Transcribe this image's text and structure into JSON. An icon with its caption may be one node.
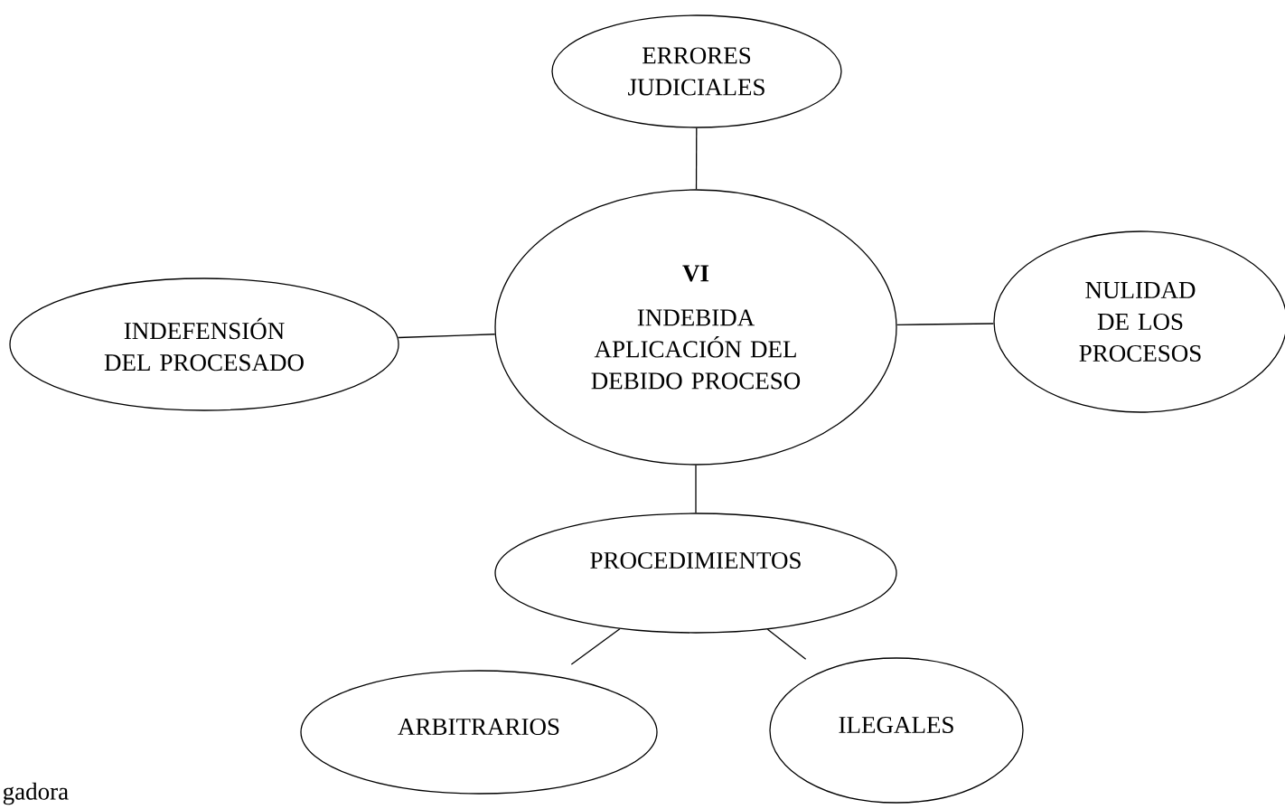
{
  "diagram": {
    "nodes": [
      {
        "text": [
          "ERRORES JUDICIALES"
        ]
      },
      {
        "text": [
          "VI",
          "INDEBIDA APLICACIÓN DEL DEBIDO PROCESO"
        ]
      },
      {
        "text": [
          "INDEFENSIÓN DEL PROCESADO"
        ]
      },
      {
        "text": [
          "NULIDAD DE LOS PROCESOS"
        ]
      },
      {
        "text": [
          "PROCEDIMIENTOS"
        ]
      },
      {
        "text": [
          "ARBITRARIOS"
        ]
      },
      {
        "text": [
          "ILEGALES"
        ]
      }
    ],
    "edges": [
      {
        "from": 0,
        "to": 1,
        "arrow": "none"
      },
      {
        "from": 2,
        "to": 1,
        "arrow": "none"
      },
      {
        "from": 1,
        "to": 3,
        "arrow": "none"
      },
      {
        "from": 1,
        "to": 4,
        "arrow": "none"
      },
      {
        "from": 4,
        "to": 5,
        "arrow": "none"
      },
      {
        "from": 4,
        "to": 6,
        "arrow": "none"
      }
    ],
    "labels": [
      "gadora"
    ]
  }
}
